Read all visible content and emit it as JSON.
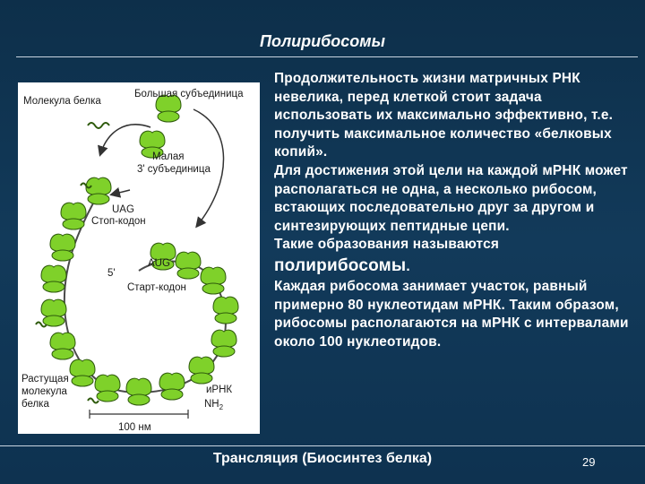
{
  "slide": {
    "title": "Полирибосомы",
    "footer": "Трансляция (Биосинтез белка)",
    "page_number": "29"
  },
  "text": {
    "para1": "Продолжительность жизни матричных  РНК невелика, перед клеткой стоит задача использовать их максимально эффективно, т.е. получить максимальное количество «белковых копий».",
    "para2": "Для достижения этой цели на каждой мРНК может располагаться не одна, а несколько рибосом, встающих последовательно друг за другом и синтезирующих пептидные цепи.",
    "para3": "Такие образования называются",
    "para3_term": "полирибосомы",
    "para3_end": ".",
    "para4": "Каждая рибосома занимает участок, равный примерно 80 нуклеотидам мРНК. Таким образом, рибосомы располагаются на мРНК с интервалами около 100 нуклеотидов."
  },
  "figure": {
    "label_protein": "Молекула белка",
    "label_large": "Большая субъединица",
    "label_small_1": "Малая",
    "label_small_2": "3'  субъединица",
    "label_stop": "Стоп-кодон",
    "label_stop_seq": "UAG",
    "label_5": "5'",
    "label_start_seq": "AUG",
    "label_start": "Старт-кодон",
    "label_growing_1": "Растущая",
    "label_growing_2": "молекула",
    "label_growing_3": "белка",
    "label_mrna": "иРНК",
    "label_nh2": "NH",
    "label_nh2_sub": "2",
    "label_scale": "100 нм",
    "colors": {
      "ribosome": "#7fd12a",
      "ribosome_stroke": "#2e5a0c",
      "mrna": "#4a4a4a",
      "codon": "#e07a3a"
    }
  }
}
